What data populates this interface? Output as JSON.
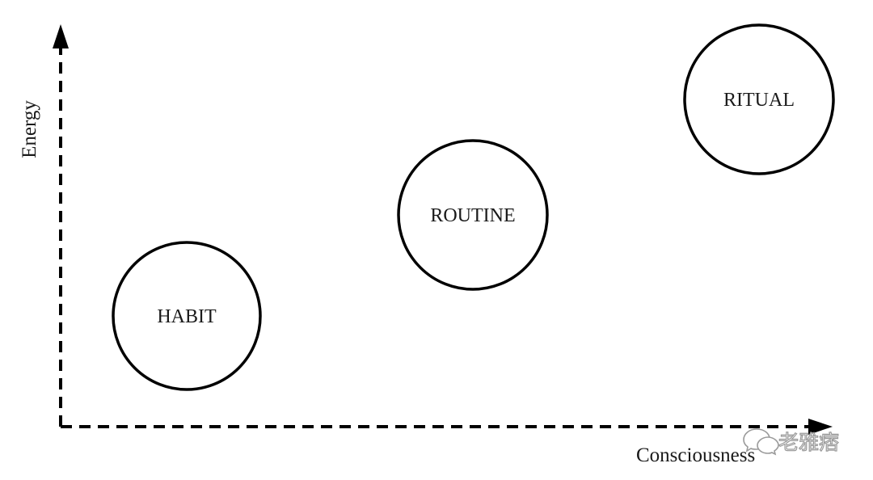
{
  "axes": {
    "x_label": "Consciousness",
    "y_label": "Energy"
  },
  "nodes": [
    {
      "id": "habit",
      "label": "HABIT"
    },
    {
      "id": "routine",
      "label": "ROUTINE"
    },
    {
      "id": "ritual",
      "label": "RITUAL"
    }
  ],
  "watermark": {
    "text": "老雅痞",
    "icon": "wechat-icon"
  },
  "colors": {
    "stroke": "#000000",
    "text": "#1a1a1a",
    "background": "#ffffff",
    "watermark": "#9a9a9a"
  }
}
